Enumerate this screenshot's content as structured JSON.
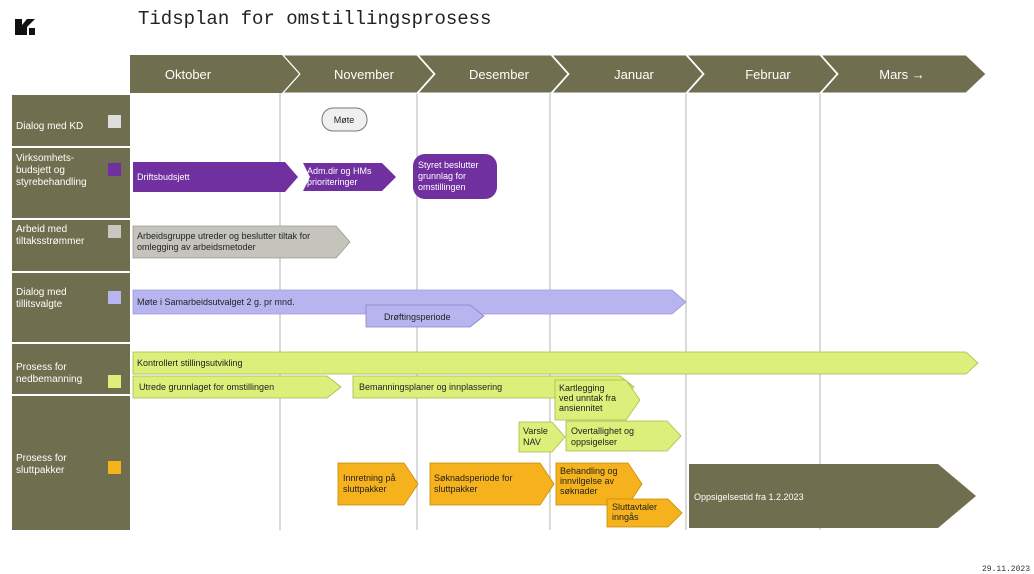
{
  "title": "Tidsplan for omstillingsprosess",
  "footer_date": "29.11.2023",
  "logo_icon": "organization-logo-icon",
  "colors": {
    "header": "#6f6e4e",
    "lane": "#6f6e4e",
    "grid": "#b4b4b4",
    "purple": "#7030a0",
    "gray": "#c4c4bc",
    "lavender": "#b8b4f0",
    "lime": "#dcef7a",
    "orange": "#f5b21c",
    "olive": "#6f6e4e"
  },
  "months": [
    "Oktober",
    "November",
    "Desember",
    "Januar",
    "Februar",
    "Mars →"
  ],
  "lanes": [
    {
      "label": [
        "Dialog med KD"
      ],
      "swatch": "#dddddd"
    },
    {
      "label": [
        "Virksomhets-",
        "budsjett og",
        "styrebehandling"
      ],
      "swatch": "#7030a0"
    },
    {
      "label": [
        "Arbeid med",
        "tiltaksstrømmer"
      ],
      "swatch": "#c8c8c0"
    },
    {
      "label": [
        "Dialog med",
        "tillitsvalgte"
      ],
      "swatch": "#b8b4f0"
    },
    {
      "label": [
        "Prosess for",
        "nedbemanning"
      ],
      "swatch": "#dcef7a"
    },
    {
      "label": [
        "Prosess for",
        "sluttpakker"
      ],
      "swatch": "#f5b21c"
    }
  ],
  "items": [
    {
      "name": "mote-bubble",
      "text": [
        "Møte"
      ]
    },
    {
      "name": "driftsbudsjett-bar",
      "text": [
        "Driftsbudsjett"
      ]
    },
    {
      "name": "adm-dir-bar",
      "text": [
        "Adm.dir og HMs",
        "prioriteringer"
      ]
    },
    {
      "name": "styret-bubble",
      "text": [
        "Styret beslutter",
        "grunnlag for",
        "omstillingen"
      ]
    },
    {
      "name": "arbeidsgruppe-bar",
      "text": [
        "Arbeidsgruppe utreder og beslutter tiltak for",
        "omlegging av arbeidsmetoder"
      ]
    },
    {
      "name": "samarbeidsutvalget-bar",
      "text": [
        "Møte i Samarbeidsutvalget 2 g. pr mnd."
      ]
    },
    {
      "name": "droftingsperiode-bar",
      "text": [
        "Drøftingsperiode"
      ]
    },
    {
      "name": "stillingsutvikling-bar",
      "text": [
        "Kontrollert stillingsutvikling"
      ]
    },
    {
      "name": "utrede-bar",
      "text": [
        "Utrede grunnlaget for omstillingen"
      ]
    },
    {
      "name": "bemanningsplaner-bar",
      "text": [
        "Bemanningsplaner og innplassering"
      ]
    },
    {
      "name": "kartlegging-bar",
      "text": [
        "Kartlegging",
        "ved unntak fra",
        "ansiennitet"
      ]
    },
    {
      "name": "varsle-nav-bar",
      "text": [
        "Varsle",
        "NAV"
      ]
    },
    {
      "name": "overtallighet-bar",
      "text": [
        "Overtallighet og",
        "oppsigelser"
      ]
    },
    {
      "name": "innretning-bar",
      "text": [
        "Innretning på",
        "sluttpakker"
      ]
    },
    {
      "name": "soknadsperiode-bar",
      "text": [
        "Søknadsperiode for",
        "sluttpakker"
      ]
    },
    {
      "name": "behandling-bar",
      "text": [
        "Behandling og",
        "innvilgelse av",
        "søknader"
      ]
    },
    {
      "name": "sluttavtaler-bar",
      "text": [
        "Sluttavtaler",
        "inngås"
      ]
    },
    {
      "name": "oppsigelsestid-bar",
      "text": [
        "Oppsigelsestid fra 1.2.2023"
      ]
    }
  ]
}
